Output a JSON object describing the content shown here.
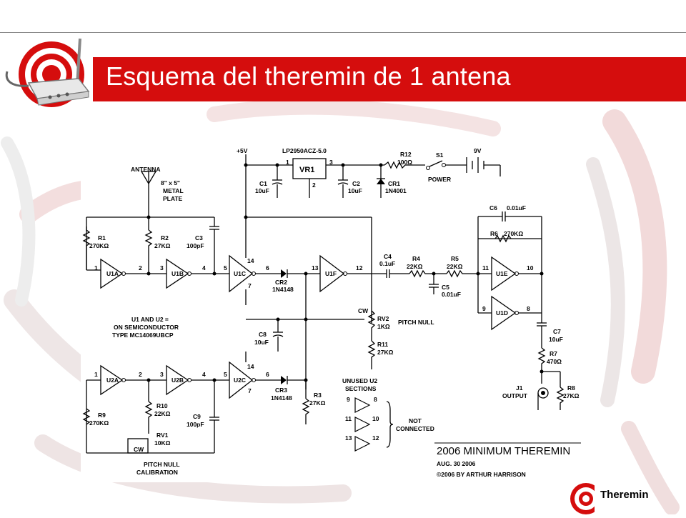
{
  "slide": {
    "title": "Esquema del theremin de 1 antena",
    "footer_label": "Theremin",
    "accent_color": "#d50d0d"
  },
  "schematic": {
    "labels": {
      "antenna": "ANTENNA",
      "plate_size": "8\" x 5\"",
      "plate_1": "METAL",
      "plate_2": "PLATE",
      "r1": "R1",
      "r1_val": "270KΩ",
      "r2": "R2",
      "r2_val": "27KΩ",
      "c3": "C3",
      "c3_val": "100pF",
      "plus5v": "+5V",
      "regulator": "LP2950ACZ-5.0",
      "vr1": "VR1",
      "vr_pin1": "1",
      "vr_pin3": "3",
      "vr_pin2": "2",
      "c1": "C1",
      "c1_val": "10uF",
      "c2": "C2",
      "c2_val": "10uF",
      "cr1": "CR1",
      "cr1_val": "1N4001",
      "r12": "R12",
      "r12_val": "100Ω",
      "s1": "S1",
      "power": "POWER",
      "nine_v": "9V",
      "c6": "C6",
      "c6_val": "0.01uF",
      "r6": "R6",
      "r6_val": "270KΩ",
      "u1a": "U1A",
      "u1b": "U1B",
      "u1c": "U1C",
      "u1f": "U1F",
      "u1e": "U1E",
      "u1d": "U1D",
      "u2a": "U2A",
      "u2b": "U2B",
      "u2c": "U2C",
      "p1": "1",
      "p2": "2",
      "p3": "3",
      "p4": "4",
      "p5": "5",
      "p6": "6",
      "p7": "7",
      "p8": "8",
      "p9": "9",
      "p10": "10",
      "p11": "11",
      "p12": "12",
      "p13": "13",
      "p14": "14",
      "cr2": "CR2",
      "cr2_val": "1N4148",
      "c4": "C4",
      "c4_val": "0.1uF",
      "r4": "R4",
      "r4_val": "22KΩ",
      "r5": "R5",
      "r5_val": "22KΩ",
      "c5": "C5",
      "c5_val": "0.01uF",
      "note_1": "U1 AND U2 =",
      "note_2": "ON SEMICONDUCTOR",
      "note_3": "TYPE MC14069UBCP",
      "c8": "C8",
      "c8_val": "10uF",
      "cw": "CW",
      "rv2": "RV2",
      "rv2_val": "1KΩ",
      "pitch_null": "PITCH NULL",
      "r11": "R11",
      "r11_val": "27KΩ",
      "c7": "C7",
      "c7_val": "10uF",
      "r7": "R7",
      "r7_val": "470Ω",
      "cr3": "CR3",
      "cr3_val": "1N4148",
      "r3": "R3",
      "r3_val": "27KΩ",
      "unused_1": "UNUSED U2",
      "unused_2": "SECTIONS",
      "not_connected_1": "NOT",
      "not_connected_2": "CONNECTED",
      "j1": "J1",
      "output": "OUTPUT",
      "r8": "R8",
      "r8_val": "27KΩ",
      "r9": "R9",
      "r9_val": "270KΩ",
      "r10": "R10",
      "r10_val": "22KΩ",
      "c9": "C9",
      "c9_val": "100pF",
      "rv1": "RV1",
      "rv1_val": "10KΩ",
      "calib_1": "PITCH NULL",
      "calib_2": "CALIBRATION",
      "credit_title": "2006 MINIMUM THEREMIN",
      "credit_date": "AUG. 30 2006",
      "credit_copy": "©2006 BY ARTHUR HARRISON"
    }
  }
}
